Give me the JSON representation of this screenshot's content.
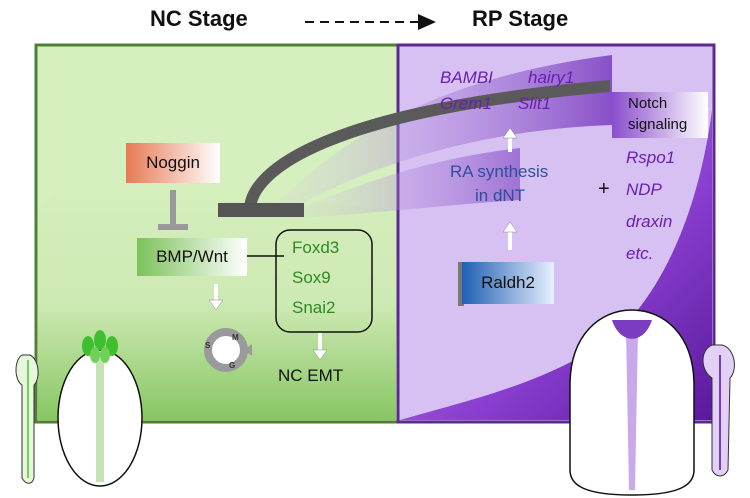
{
  "headers": {
    "nc_stage": "NC Stage",
    "rp_stage": "RP Stage"
  },
  "nc_panel": {
    "noggin": "Noggin",
    "bmp_wnt": "BMP/Wnt",
    "factors": [
      "Foxd3",
      "Sox9",
      "Snai2"
    ],
    "nc_emt": "NC EMT",
    "cell_cycle_letters": [
      "S",
      "M",
      "G"
    ]
  },
  "rp_panel": {
    "targets_row1": [
      "BAMBI",
      "hairy1"
    ],
    "targets_row2": [
      "Grem1",
      "Slit1"
    ],
    "ra_synthesis_line1": "RA synthesis",
    "ra_synthesis_line2": "in dNT",
    "raldh2": "Raldh2",
    "plus": "+",
    "notch_line1": "Notch",
    "notch_line2": "signaling",
    "other_factors": [
      "Rspo1",
      "NDP",
      "draxin",
      "etc."
    ]
  },
  "colors": {
    "nc_panel_fill": "#d6efbf",
    "nc_panel_border": "#4f7f35",
    "rp_panel_fill": "#d6c1f2",
    "rp_panel_border": "#5b2a90",
    "text_purple": "#6a1fb5",
    "text_green": "#2f8a22",
    "text_blue": "#2f4f9a",
    "inhibitor_dark": "#555555"
  }
}
